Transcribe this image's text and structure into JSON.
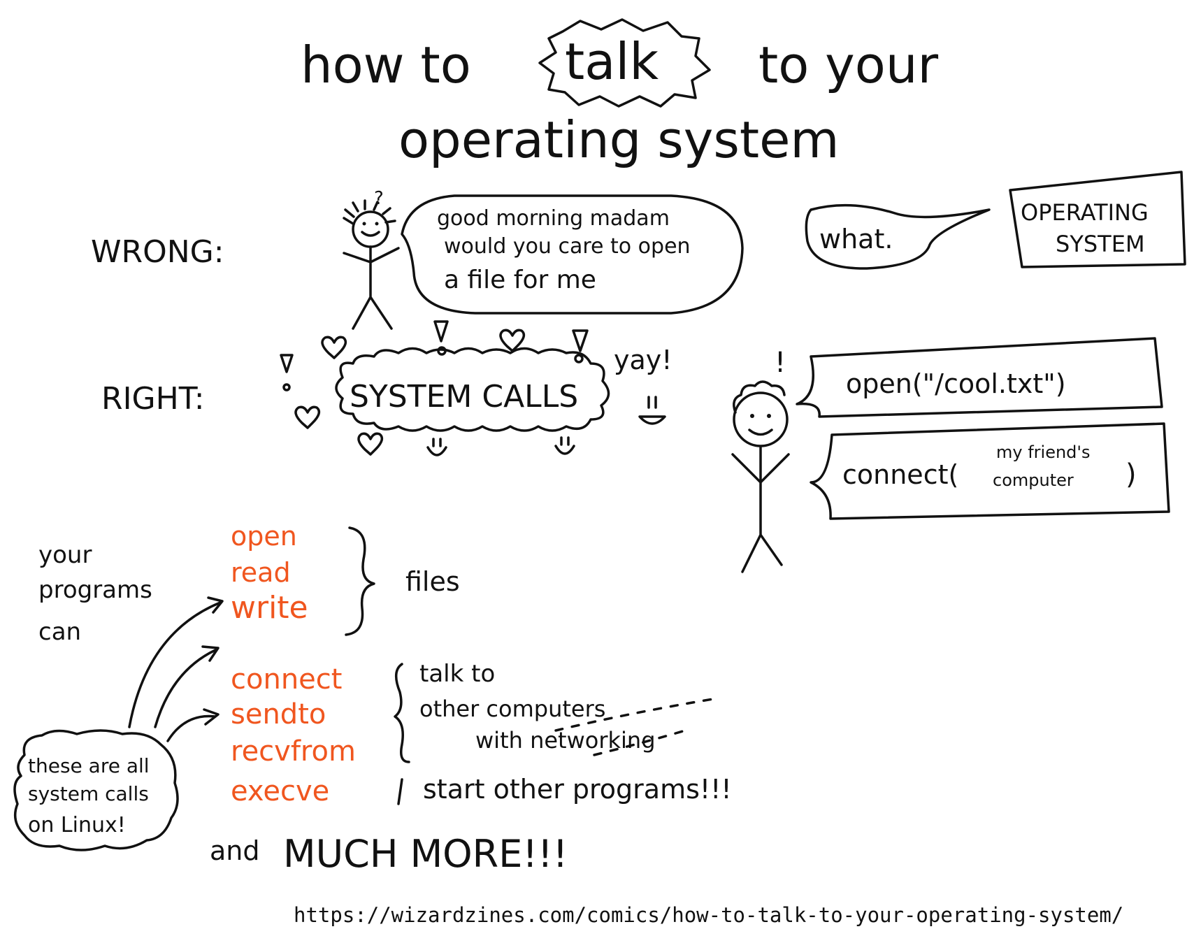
{
  "title": {
    "line1_before": "how to",
    "highlight": "talk",
    "line1_after": "to your",
    "line2": "operating system"
  },
  "wrong": {
    "label": "WRONG:",
    "speech": [
      "good morning madam",
      "would you care to open",
      "a file for me"
    ],
    "question_mark": "?",
    "reply": "what.",
    "box": [
      "OPERATING",
      "SYSTEM"
    ]
  },
  "right": {
    "label": "RIGHT:",
    "cloud": "SYSTEM CALLS",
    "yay": "yay!",
    "exclaim": "!",
    "call_open": "open(\"/cool.txt\")",
    "call_connect_prefix": "connect(",
    "call_connect_arg": [
      "my friend's",
      "computer"
    ],
    "call_connect_suffix": ")"
  },
  "programs": {
    "intro": [
      "your",
      "programs",
      "can"
    ],
    "group_files": {
      "calls": [
        "open",
        "read",
        "write"
      ],
      "desc": "files"
    },
    "group_net": {
      "calls": [
        "connect",
        "sendto",
        "recvfrom"
      ],
      "desc": [
        "talk to",
        "other computers",
        "with networking"
      ]
    },
    "group_exec": {
      "calls": [
        "execve"
      ],
      "desc": "start other programs!!!"
    },
    "note": [
      "these are all",
      "system calls",
      "on Linux!"
    ],
    "more": {
      "and": "and",
      "much": "MUCH MORE!!!"
    }
  },
  "colors": {
    "ink": "#111111",
    "accent": "#f0561f",
    "background": "#ffffff"
  },
  "url": "https://wizardzines.com/comics/how-to-talk-to-your-operating-system/"
}
